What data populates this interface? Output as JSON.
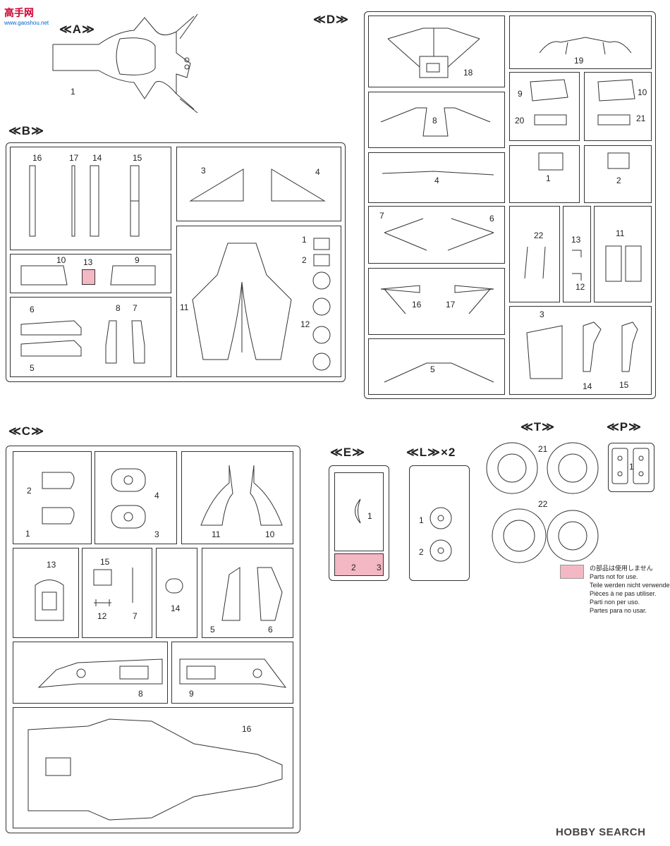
{
  "watermark": {
    "site": "高手网",
    "url": "www.gaoshou.net"
  },
  "footer_logo": {
    "text": "HOBBY SEARCH"
  },
  "sprues": {
    "A": {
      "title": "≪A≫",
      "parts": [
        "1"
      ]
    },
    "B": {
      "title": "≪B≫",
      "parts": [
        "16",
        "17",
        "14",
        "15",
        "3",
        "4",
        "10",
        "13",
        "9",
        "6",
        "8",
        "7",
        "5",
        "11",
        "1",
        "2",
        "12"
      ]
    },
    "C": {
      "title": "≪C≫",
      "parts": [
        "2",
        "1",
        "4",
        "3",
        "11",
        "10",
        "13",
        "15",
        "12",
        "7",
        "14",
        "5",
        "6",
        "8",
        "9",
        "16"
      ]
    },
    "D": {
      "title": "≪D≫",
      "parts": [
        "18",
        "19",
        "9",
        "10",
        "20",
        "21",
        "8",
        "1",
        "2",
        "4",
        "7",
        "6",
        "22",
        "13",
        "12",
        "11",
        "16",
        "17",
        "3",
        "14",
        "15",
        "5"
      ]
    },
    "E": {
      "title": "≪E≫",
      "parts": [
        "1",
        "2",
        "3"
      ]
    },
    "L": {
      "title": "≪L≫×2",
      "parts": [
        "1",
        "2"
      ]
    },
    "T": {
      "title": "≪T≫",
      "parts": [
        "21",
        "22"
      ]
    },
    "P": {
      "title": "≪P≫",
      "parts": [
        "1"
      ]
    }
  },
  "legend": {
    "color": "#f3b8c4",
    "lines": [
      "の部品は使用しません",
      "Parts not for use.",
      "Teile werden nicht verwendet.",
      "Pièces à ne pas utiliser.",
      "Parti non per uso.",
      "Partes para no usar."
    ]
  }
}
